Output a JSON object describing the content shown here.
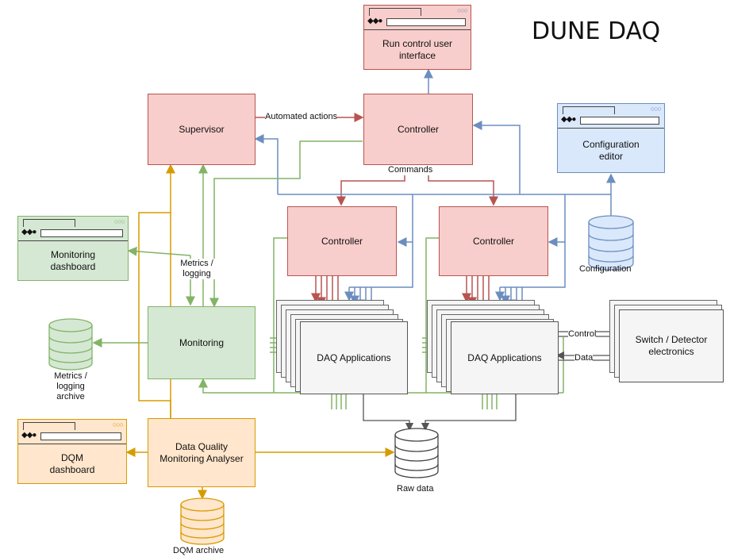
{
  "title": "DUNE DAQ",
  "colors": {
    "red_fill": "#f8cecc",
    "red_stroke": "#b85450",
    "green_fill": "#d5e8d4",
    "green_stroke": "#82b366",
    "orange_fill": "#ffe6cc",
    "orange_stroke": "#d79b00",
    "blue_fill": "#dae8fc",
    "blue_stroke": "#6c8ebf",
    "grey_fill": "#f5f5f5"
  },
  "windows": {
    "run_control": "Run control user interface",
    "config_editor": "Configuration editor",
    "monitoring_dashboard": "Monitoring dashboard",
    "dqm_dashboard": "DQM dashboard"
  },
  "boxes": {
    "supervisor": "Supervisor",
    "controller_top": "Controller",
    "controller_left": "Controller",
    "controller_right": "Controller",
    "monitoring": "Monitoring",
    "dqm_analyser": "Data Quality Monitoring Analyser",
    "daq_apps_left": "DAQ Applications",
    "daq_apps_right": "DAQ Applications",
    "switch_detector": "Switch / Detector electronics"
  },
  "databases": {
    "configuration": "Configuration",
    "metrics_archive": "Metrics / logging archive",
    "raw_data": "Raw data",
    "dqm_archive": "DQM archive"
  },
  "labels": {
    "automated_actions": "Automated actions",
    "commands": "Commands",
    "metrics_logging": "Metrics / logging",
    "control": "Control",
    "data": "Data"
  },
  "icons": {
    "window_dots": "○○○",
    "nav": "◆◆●"
  }
}
